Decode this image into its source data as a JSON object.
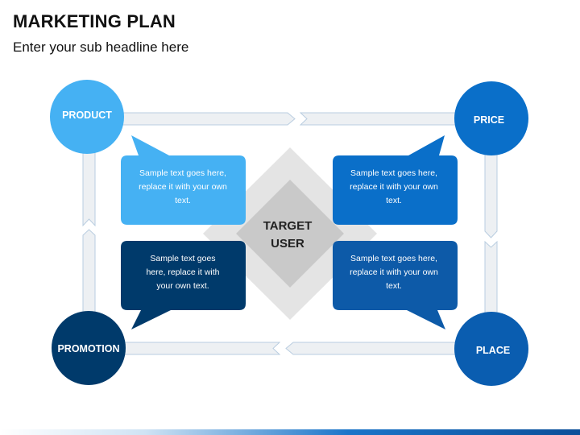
{
  "header": {
    "title": "MARKETING PLAN",
    "subtitle": "Enter your sub headline here"
  },
  "diagram": {
    "center": {
      "line1": "TARGET",
      "line2": "USER"
    },
    "nodes": {
      "product": {
        "label": "PRODUCT",
        "color": "#45b1f3"
      },
      "price": {
        "label": "PRICE",
        "color": "#0a6fc9"
      },
      "promotion": {
        "label": "PROMOTION",
        "color": "#003a6b"
      },
      "place": {
        "label": "PLACE",
        "color": "#0a5db0"
      }
    },
    "bubbles": {
      "product": {
        "lines": [
          "Sample text goes here,",
          "replace it with your own",
          "text."
        ],
        "color": "#45b1f3"
      },
      "price": {
        "lines": [
          "Sample text goes here,",
          "replace it with your own",
          "text."
        ],
        "color": "#0a6fc9"
      },
      "promotion": {
        "lines": [
          "Sample text goes",
          "here, replace it with",
          "your own text."
        ],
        "color": "#003a6b"
      },
      "place": {
        "lines": [
          "Sample text goes here,",
          "replace it with your own",
          "text."
        ],
        "color": "#0d5aa8"
      }
    },
    "connector_color": "#edf0f3",
    "connector_border": "#b9cde0",
    "diamond_outer": "#e4e4e4",
    "diamond_inner": "#c9c9c9"
  }
}
